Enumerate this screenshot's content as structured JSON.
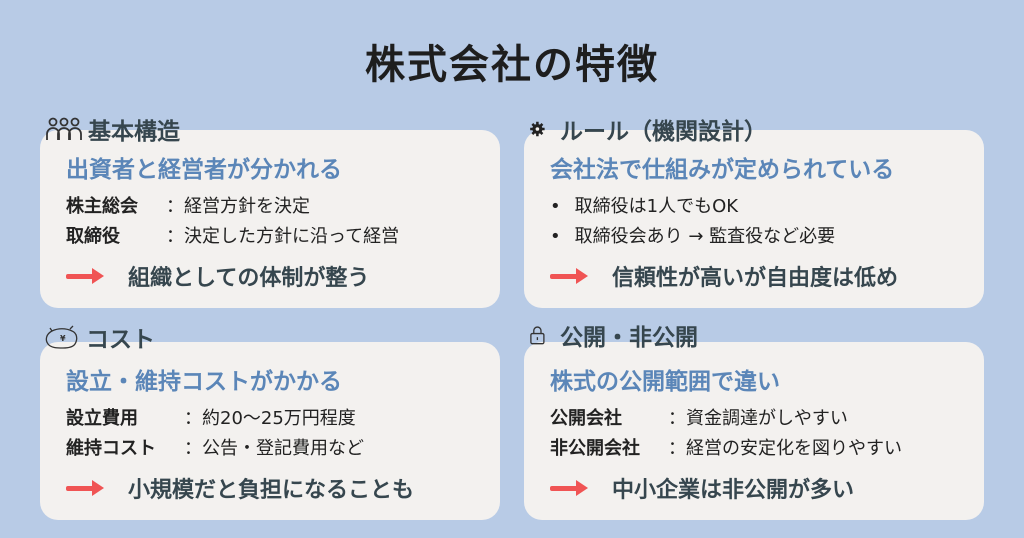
{
  "title": "株式会社の特徴",
  "sections": [
    {
      "heading": "基本構造",
      "icon": "people-icon",
      "subtitle": "出資者と経営者が分かれる",
      "rows": [
        {
          "k": "株主総会",
          "v": "：経営方針を決定"
        },
        {
          "k": "取締役",
          "v": "：決定した方針に沿って経営"
        }
      ],
      "conclusion": "組織としての体制が整う"
    },
    {
      "heading": "ルール（機関設計）",
      "icon": "gear-icon",
      "subtitle": "会社法で仕組みが定められている",
      "bullets": [
        "取締役は1人でもOK",
        "取締役会あり → 監査役など必要"
      ],
      "conclusion": "信頼性が高いが自由度は低め"
    },
    {
      "heading": "コスト",
      "icon": "piggy-bank-icon",
      "icon_text": "¥",
      "subtitle": "設立・維持コストがかかる",
      "rows": [
        {
          "k": "設立費用",
          "v": "：約20〜25万円程度"
        },
        {
          "k": "維持コスト",
          "v": "：公告・登記費用など"
        }
      ],
      "conclusion": "小規模だと負担になることも"
    },
    {
      "heading": "公開・非公開",
      "icon": "lock-icon",
      "subtitle": "株式の公開範囲で違い",
      "rows": [
        {
          "k": "公開会社",
          "v": "：資金調達がしやすい"
        },
        {
          "k": "非公開会社",
          "v": "：経営の安定化を図りやすい"
        }
      ],
      "conclusion": "中小企業は非公開が多い"
    }
  ],
  "colors": {
    "background": "#b8cbe6",
    "card": "#f3f1ef",
    "subtitle": "#5b86b8",
    "arrow": "#f05454"
  }
}
